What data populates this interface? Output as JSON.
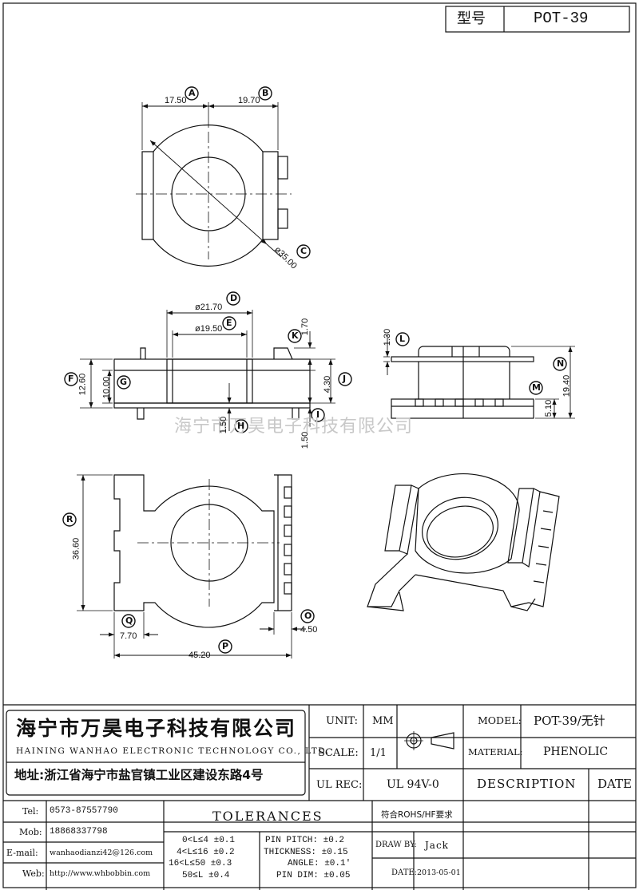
{
  "header": {
    "type_label": "型号",
    "type_value": "POT-39"
  },
  "watermark": "海宁市万昊电子科技有限公司",
  "dimensions": {
    "top_left_width": "17.50",
    "top_right_width": "19.70",
    "outer_diameter": "ø35.00",
    "flange_outer_dia": "ø21.70",
    "core_dia": "ø19.50",
    "tab_height": "1.70",
    "flange_gap": "4.30",
    "total_side_height": "12.60",
    "inner_height": "10.00",
    "pin_offset": "1.50",
    "h_dim": "1.50",
    "side_tab": "1.30",
    "pin_length": "5.10",
    "total_height": "19.40",
    "body_height": "36.60",
    "left_flange": "7.70",
    "right_flange": "4.50",
    "total_width": "45.20"
  },
  "callouts": {
    "A": "A",
    "B": "B",
    "C": "C",
    "D": "D",
    "E": "E",
    "F": "F",
    "G": "G",
    "H": "H",
    "I": "I",
    "J": "J",
    "K": "K",
    "L": "L",
    "M": "M",
    "N": "N",
    "O": "O",
    "P": "P",
    "Q": "Q",
    "R": "R"
  },
  "company": {
    "name_cn": "海宁市万昊电子科技有限公司",
    "name_en": "HAINING WANHAO ELECTRONIC TECHNOLOGY CO., LTD.",
    "address": "地址:浙江省海宁市盐官镇工业区建设东路4号"
  },
  "contact": [
    {
      "label": "Tel:",
      "value": "0573-87557790"
    },
    {
      "label": "Mob:",
      "value": "18868337798"
    },
    {
      "label": "E-mail:",
      "value": "wanhaodianzi42@126.com"
    },
    {
      "label": "Web:",
      "value": "http://www.whbobbin.com"
    }
  ],
  "spec": {
    "unit_label": "UNIT:",
    "unit_value": "MM",
    "scale_label": "SCALE:",
    "scale_value": "1/1",
    "ulrec_label": "UL REC:",
    "ulrec_value": "UL 94V-0",
    "model_label": "MODEL:",
    "model_value": "POT-39/无针",
    "material_label": "MATERIAL:",
    "material_value": "PHENOLIC",
    "description_label": "DESCRIPTION",
    "date_label": "DATE",
    "rohs": "符合ROHS/HF要求"
  },
  "tolerances": {
    "title": "TOLERANCES",
    "ranges": [
      "0<L≤4 ±0.1",
      "4<L≤16 ±0.2",
      "16<L≤50 ±0.3",
      "50≤L ±0.4"
    ],
    "items": [
      "PIN PITCH: ±0.2",
      "THICKNESS: ±0.15",
      "ANGLE: ±0.1'",
      "PIN DIM: ±0.05"
    ]
  },
  "drawn": {
    "label": "DRAW BY:",
    "value": "Jack",
    "date_label": "DATE:",
    "date_value": "2013-05-01"
  }
}
